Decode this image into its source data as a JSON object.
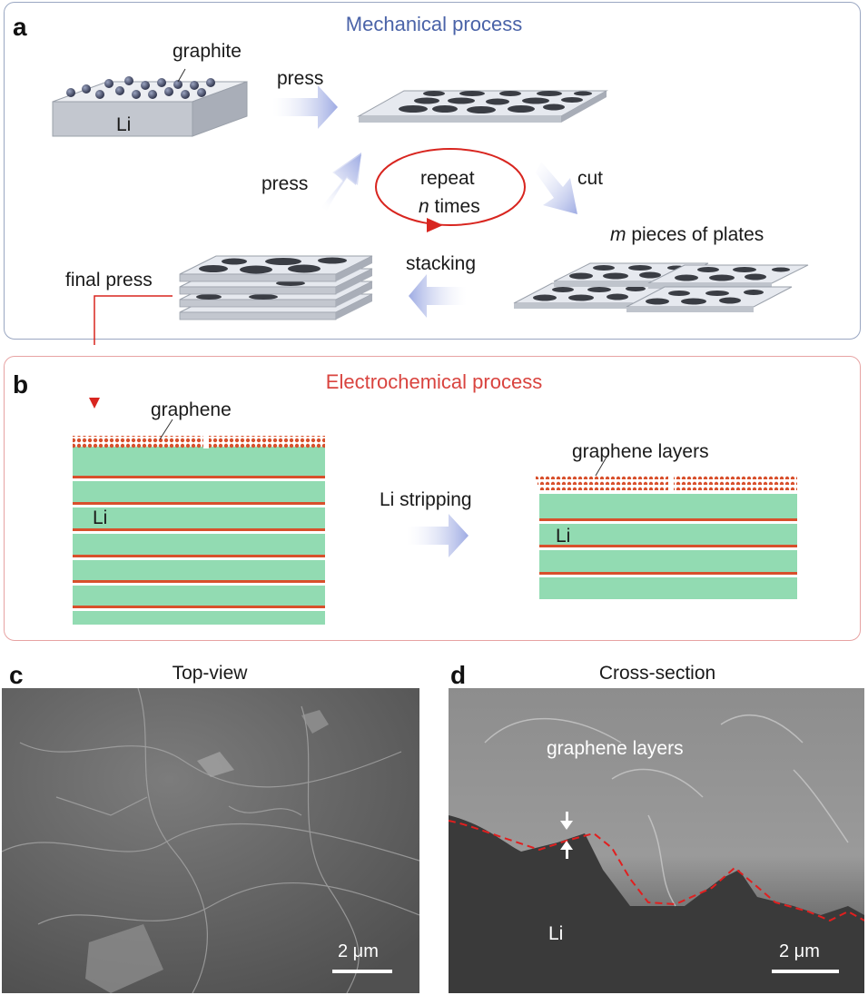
{
  "panel_a": {
    "letter": "a",
    "title": "Mechanical process",
    "graphite_label": "graphite",
    "li_label": "Li",
    "press_top_label": "press",
    "press_left_label": "press",
    "cut_label": "cut",
    "repeat_line1": "repeat",
    "repeat_n": "n",
    "repeat_times": " times",
    "m_italic": "m",
    "m_rest": " pieces of plates",
    "stacking_label": "stacking",
    "final_press_label": "final press"
  },
  "panel_b": {
    "letter": "b",
    "title": "Electrochemical process",
    "graphene_label": "graphene",
    "li_left_label": "Li",
    "li_stripping_label": "Li stripping",
    "graphene_layers_label": "graphene layers",
    "li_right_label": "Li"
  },
  "panel_c": {
    "letter": "c",
    "title": "Top-view",
    "scale_label": "2 μm"
  },
  "panel_d": {
    "letter": "d",
    "title": "Cross-section",
    "graphene_layers_label": "graphene layers",
    "li_label": "Li",
    "scale_label": "2 μm"
  },
  "colors": {
    "panel_a_border": "#9aa7c2",
    "panel_a_title": "#4a63a8",
    "panel_b_border": "#e7a3a3",
    "panel_b_title": "#d9443f",
    "li_block_green": "#7fd3a4",
    "graphene_red": "#d8502c",
    "cycle_red": "#d8251f",
    "arrow_blue": "#aab6e6",
    "plate_gray": "#d9dde4",
    "disk_dark": "#3a3d44",
    "sem_gray": "#6f6f6f"
  }
}
